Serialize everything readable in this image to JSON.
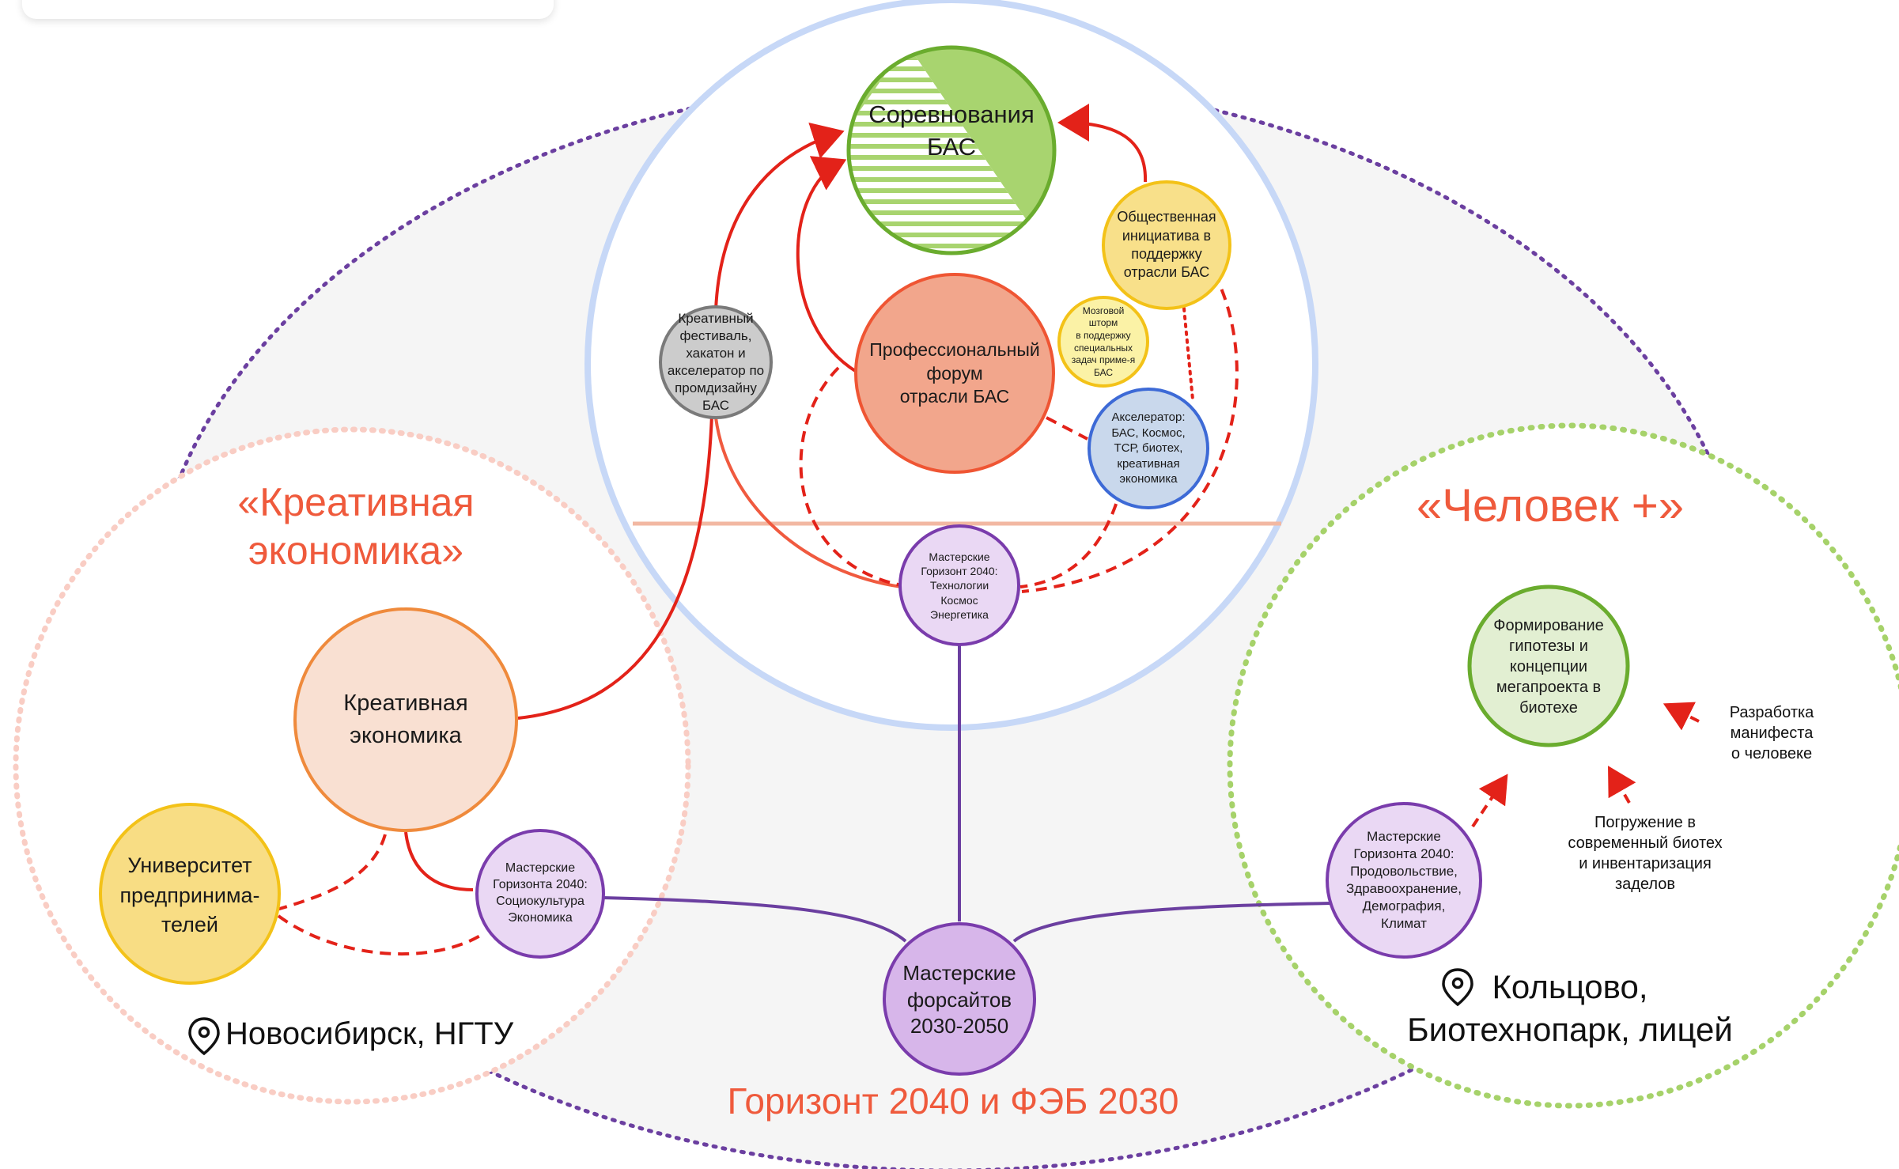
{
  "regions": {
    "creative_title": "«Креативная\nэкономика»",
    "human_title": "«Человек +»",
    "center_title": "Горизонт 2040 и ФЭБ 2030"
  },
  "locations": {
    "novosibirsk": "Новосибирск, НГТУ",
    "koltsovo": "Кольцово,\nБиотехнопарк, лицей"
  },
  "nodes": {
    "competitions": "Соревнования\nБАС",
    "public_initiative": "Общественная\nинициатива в\nподдержку\nотрасли БАС",
    "brainstorm": "Мозговой\nшторм\nв поддержку\nспециальных\nзадач приме-я\nБАС",
    "forum": "Профессиональный\nфорум\nотрасли БАС",
    "festival": "Креативный\nфестиваль,\nхакатон и\nакселератор по\nпромдизайну\nБАС",
    "accelerator": "Акселератор:\nБАС, Космос,\nТСР, биотех,\nкреативная\nэкономика",
    "workshops_tech": "Мастерские\nГоризонт 2040:\nТехнологии\nКосмос\nЭнергетика",
    "creative_economy": "Креативная\nэкономика",
    "university": "Университет\nпредпринима-\nтелей",
    "workshops_socio": "Мастерские\nГоризонта 2040:\nСоциокультура\nЭкономика",
    "workshops_foresight": "Мастерские\nфорсайтов\n2030-2050",
    "workshops_food": "Мастерские\nГоризонта 2040:\nПродовольствие,\nЗдравоохранение,\nДемография,\nКлимат",
    "hypothesis": "Формирование\nгипотезы и\nконцепции\nмегапроекта в\nбиотехе"
  },
  "notes": {
    "manifesto": "Разработка\nманифеста\nо человеке",
    "immersion": "Погружение в\nсовременный биотех\nи инвентаризация\nзаделов"
  },
  "colors": {
    "accent_title": "#ef5a3c",
    "purple_line": "#6b3fa0",
    "red_line": "#e32219",
    "blue_ring": "#c7d8f7",
    "green_ring": "#a6d26a",
    "pink_ring": "#f7c8c0",
    "grey_fill": "#f4f4f4"
  },
  "icons": {
    "location": "map-pin-icon"
  }
}
